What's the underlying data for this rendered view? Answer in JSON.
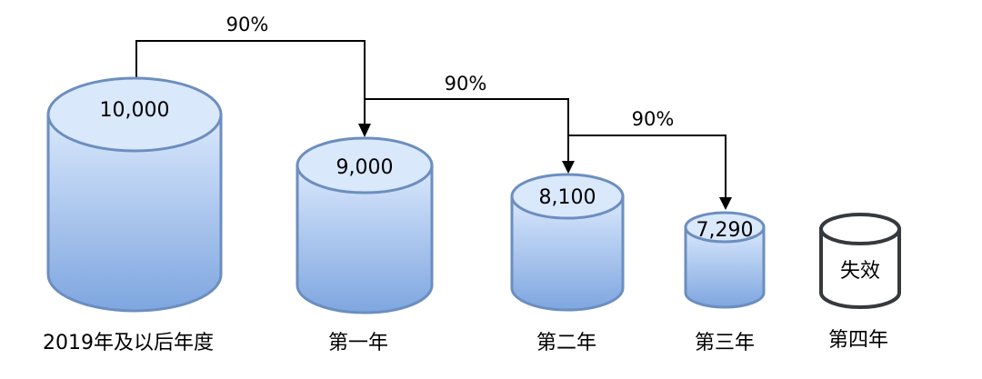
{
  "cylinders": [
    {
      "value": "10,000",
      "year": "2019年及以后年度",
      "style": "blue"
    },
    {
      "value": "9,000",
      "year": "第一年",
      "style": "blue"
    },
    {
      "value": "8,100",
      "year": "第二年",
      "style": "blue"
    },
    {
      "value": "7,290",
      "year": "第三年",
      "style": "blue"
    },
    {
      "value": "失效",
      "year": "第四年",
      "style": "gray"
    }
  ],
  "flows": [
    {
      "label": "90%"
    },
    {
      "label": "90%"
    },
    {
      "label": "90%"
    }
  ],
  "colors": {
    "blue_stroke": "#6c8ebf",
    "blue_fill_top": "#dae8fc",
    "blue_fill_bottom": "#7ea6e0",
    "gray_stroke": "#36393d",
    "gray_fill": "#ffffff",
    "arrow": "#000000"
  }
}
